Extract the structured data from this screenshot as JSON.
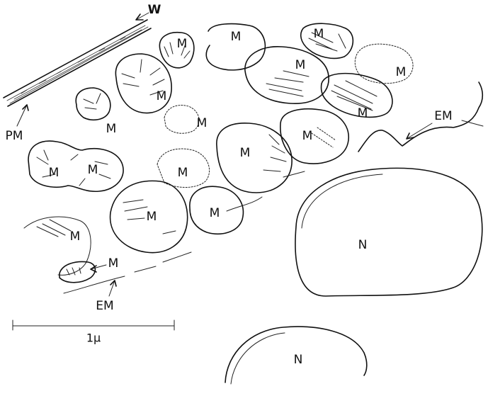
{
  "labels": {
    "wall": "W",
    "plasma_membrane": "PM",
    "mitochondrion": "M",
    "endoplasmic_membrane": "EM",
    "nucleus": "N"
  },
  "scale_bar": {
    "label": "1μ"
  }
}
